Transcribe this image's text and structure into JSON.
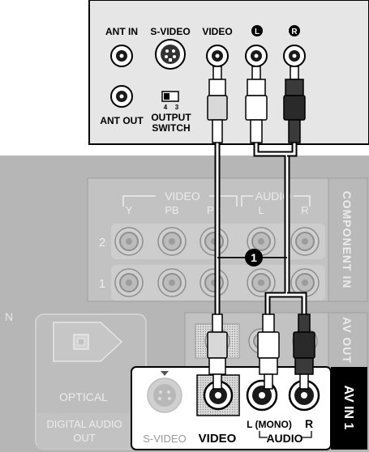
{
  "vcr_panel": {
    "labels": {
      "ant_in": "ANT IN",
      "s_video": "S-VIDEO",
      "video": "VIDEO",
      "audio_l": "L",
      "audio_r": "R",
      "ant_out": "ANT OUT",
      "output_switch_line1": "OUTPUT",
      "output_switch_line2": "SWITCH",
      "switch_pos_4": "4",
      "switch_pos_3": "3"
    }
  },
  "tv_panel": {
    "component": {
      "video_group": "VIDEO",
      "audio_group": "AUDIO",
      "col_y": "Y",
      "col_pb": "PB",
      "col_pr": "PR",
      "col_l": "L",
      "col_r": "R",
      "row_1": "1",
      "row_2": "2",
      "side_label": "COMPONENT IN"
    },
    "av_out_label": "AV OUT",
    "optical_label": "OPTICAL",
    "digital_audio_line1": "DIGITAL AUDIO",
    "digital_audio_line2": "OUT",
    "edge_letter": "N",
    "av_in": {
      "side_label": "AV IN 1",
      "s_video": "S-VIDEO",
      "video": "VIDEO",
      "l_mono": "L (MONO)",
      "r": "R",
      "audio": "AUDIO"
    }
  },
  "callout": {
    "number": "1"
  },
  "colors": {
    "tv_panel_bg": "#b6b6b6",
    "vcr_panel_bg": "#e6e6e6",
    "av_in_bg": "#ffffff",
    "label_black": "#000000"
  }
}
